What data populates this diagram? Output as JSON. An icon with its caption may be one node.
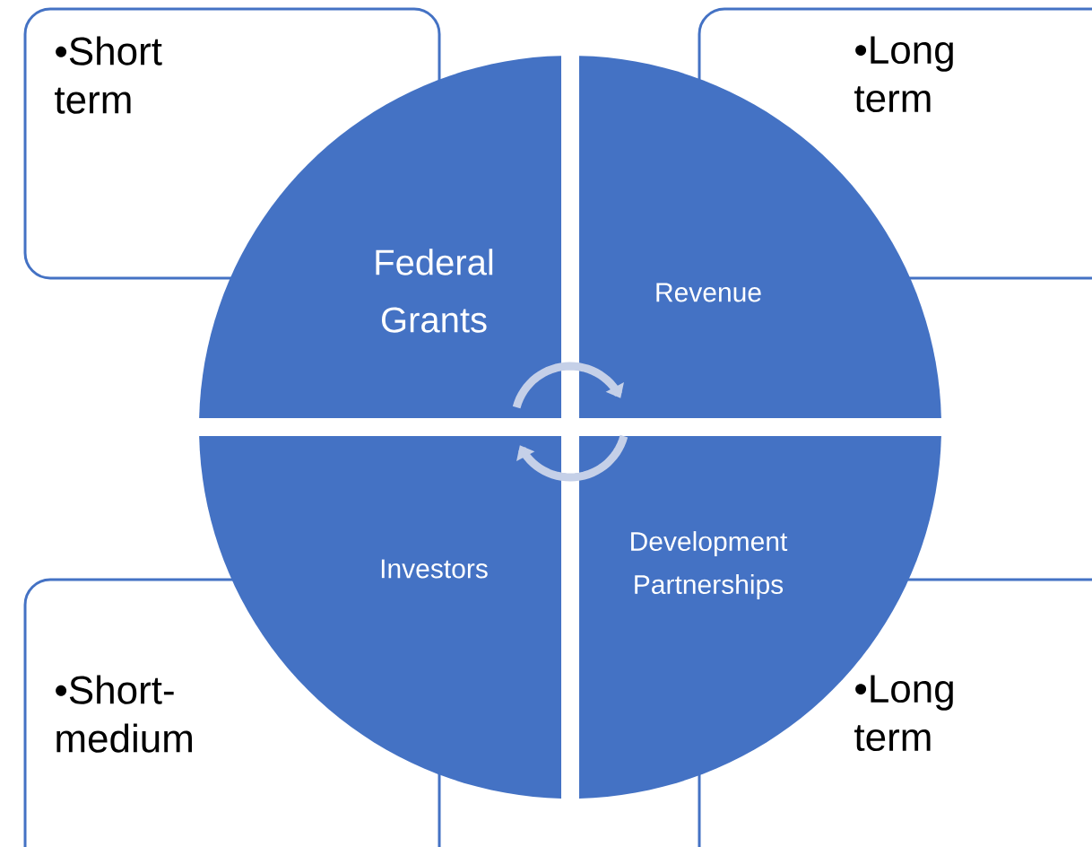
{
  "diagram": {
    "nodes": [
      {
        "text": [
          "•Short term"
        ]
      },
      {
        "text": [
          "•Long term"
        ]
      },
      {
        "text": [
          "•Short- medium"
        ]
      },
      {
        "text": [
          "•Long term"
        ]
      },
      {
        "text": [
          "Federal Grants"
        ]
      },
      {
        "text": [
          "Revenue"
        ]
      },
      {
        "text": [
          "Investors"
        ]
      },
      {
        "text": [
          "Development Partnerships"
        ]
      }
    ],
    "edges": [
      {
        "from": 4,
        "to": 5,
        "arrow": "to"
      },
      {
        "from": 7,
        "to": 6,
        "arrow": "to"
      }
    ]
  }
}
